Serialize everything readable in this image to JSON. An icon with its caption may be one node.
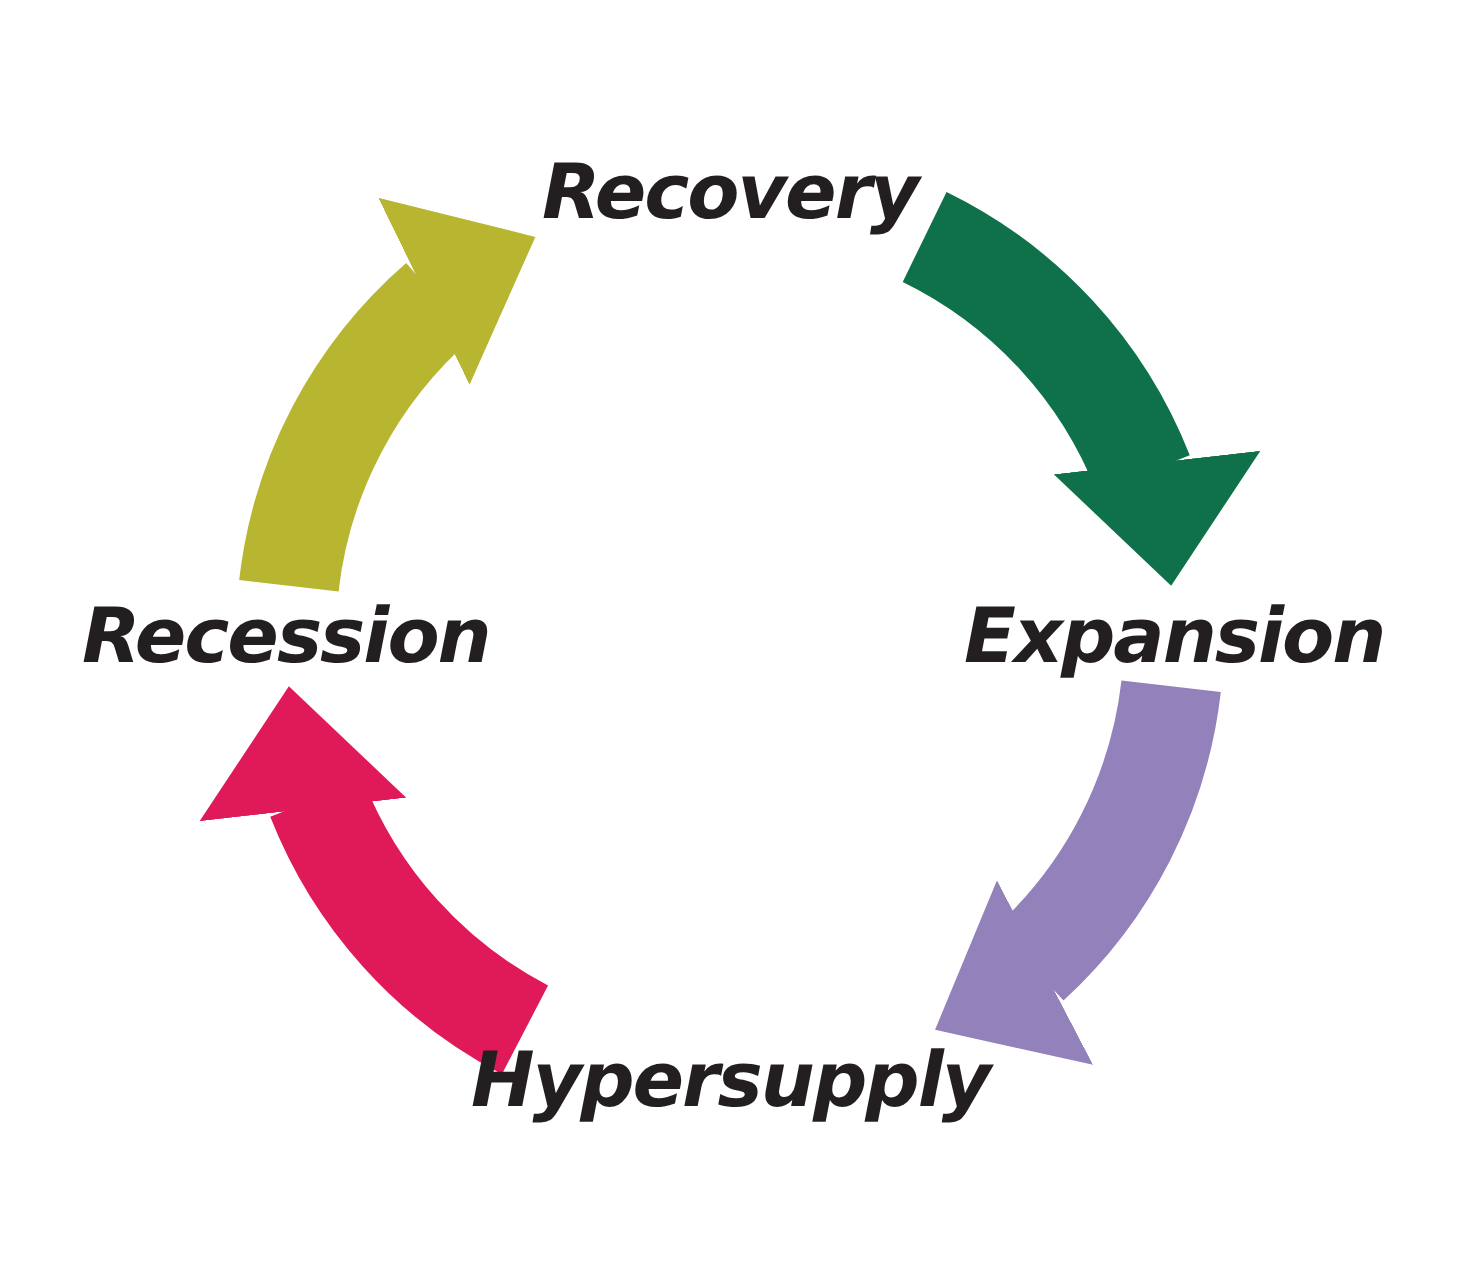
{
  "diagram": {
    "nodes": [
      {
        "text": [
          "Recovery"
        ]
      },
      {
        "text": [
          "Expansion"
        ]
      },
      {
        "text": [
          "Hypersupply"
        ]
      },
      {
        "text": [
          "Recession"
        ]
      }
    ],
    "edges": [
      {
        "from": 0,
        "to": 1,
        "arrow": "to",
        "color": "#0e7149"
      },
      {
        "from": 1,
        "to": 2,
        "arrow": "to",
        "color": "#9381bb"
      },
      {
        "from": 2,
        "to": 3,
        "arrow": "to",
        "color": "#e01a59"
      },
      {
        "from": 3,
        "to": 0,
        "arrow": "to",
        "color": "#b8b531"
      }
    ]
  }
}
